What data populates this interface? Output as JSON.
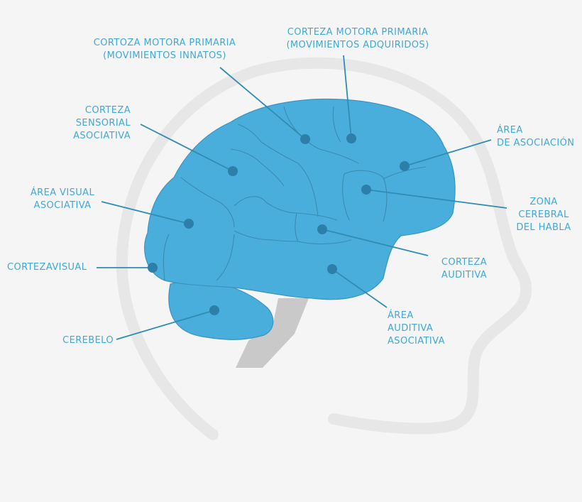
{
  "colors": {
    "background": "#f5f5f5",
    "head_outline": "#e7e7e7",
    "brain": "#4aaedc",
    "brain_stroke": "#3a93bf",
    "brainstem": "#c9c9c9",
    "leader_line": "#2f8cb3",
    "dot": "#2b7fa8",
    "label_text": "#3fa9d6"
  },
  "labels": {
    "motora_innatos": [
      "CORTOZA MOTORA PRIMARIA",
      "(MOVIMIENTOS INNATOS)"
    ],
    "motora_adquiridos": [
      "CORTEZA MOTORA PRIMARIA",
      "(MOVIMIENTOS ADQUIRIDOS)"
    ],
    "sensorial": [
      "CORTEZA",
      "SENSORIAL",
      "ASOCIATIVA"
    ],
    "asociacion": [
      "ÁREA",
      "DE ASOCIACIÓN"
    ],
    "visual_asociativa": [
      "ÁREA VISUAL",
      "ASOCIATIVA"
    ],
    "zona_habla": [
      "ZONA",
      "CEREBRAL",
      "DEL HABLA"
    ],
    "corteza_visual": [
      "CORTEZAVISUAL"
    ],
    "corteza_auditiva": [
      "CORTEZA",
      "AUDITIVA"
    ],
    "auditiva_asociativa": [
      "ÁREA",
      "AUDITIVA",
      "ASOCIATIVA"
    ],
    "cerebelo": [
      "CEREBELO"
    ]
  }
}
